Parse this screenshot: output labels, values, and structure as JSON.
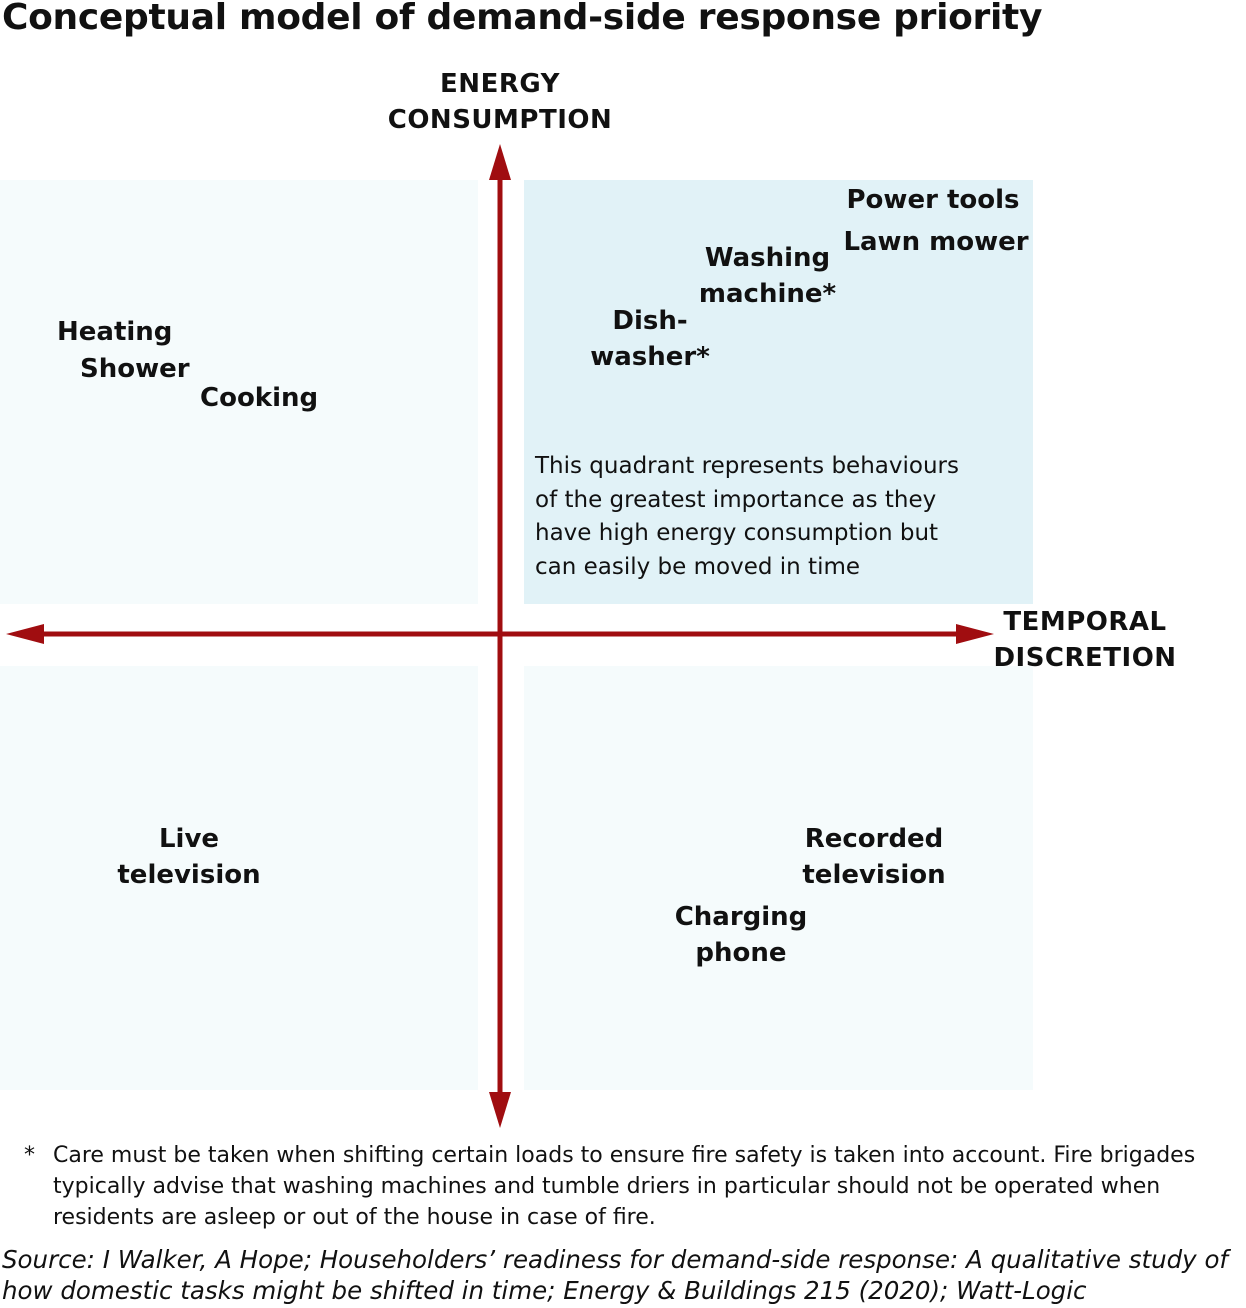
{
  "title": "Conceptual model of demand-side response priority",
  "axes": {
    "y_label_line1": "ENERGY",
    "y_label_line2": "CONSUMPTION",
    "x_label_line1": "TEMPORAL",
    "x_label_line2": "DISCRETION"
  },
  "items": {
    "power_tools": "Power tools",
    "lawn_mower": "Lawn mower",
    "washing_machine_1": "Washing",
    "washing_machine_2": "machine*",
    "dishwasher_1": "Dish-",
    "dishwasher_2": "washer*",
    "heating": "Heating",
    "shower": "Shower",
    "cooking": "Cooking",
    "live_tv_1": "Live",
    "live_tv_2": "television",
    "recorded_tv_1": "Recorded",
    "recorded_tv_2": "television",
    "charging_phone_1": "Charging",
    "charging_phone_2": "phone"
  },
  "quadrant_note": {
    "line1": "This quadrant represents behaviours",
    "line2": "of the greatest importance as they",
    "line3": "have high energy consumption but",
    "line4": "can easily be moved in time"
  },
  "footnote": {
    "marker": "*",
    "text": "Care must be taken when shifting certain loads to ensure fire safety is taken into account. Fire brigades typically advise that washing machines and tumble driers in particular should not be operated when residents are asleep or out of the house in case of fire."
  },
  "source": "Source: I Walker, A Hope; Householders’ readiness for demand-side response: A qualitative study of how domestic tasks might be shifted in time; Energy & Buildings 215 (2020); Watt-Logic",
  "colors": {
    "axis": "#a00d10",
    "quadrant_highlight": "#e1f2f7",
    "quadrant_plain": "#f5fbfc"
  }
}
